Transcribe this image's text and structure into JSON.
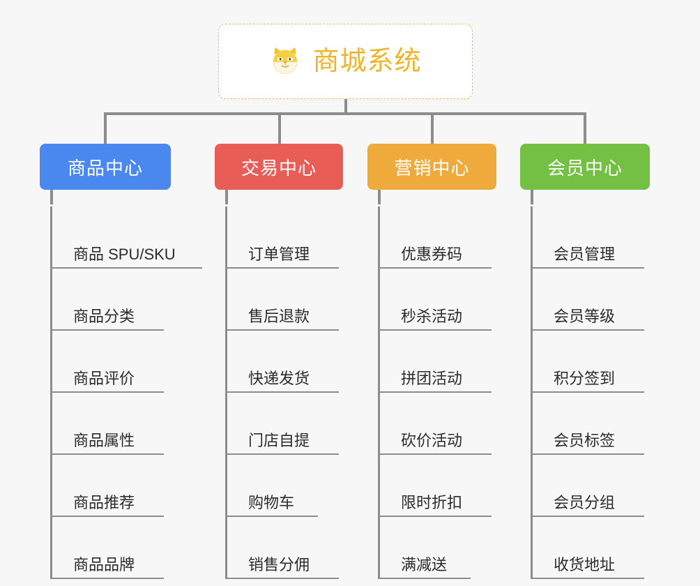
{
  "root": {
    "title": "商城系统",
    "icon": "shiba-dog-icon",
    "accent_color": "#f0b429",
    "border_color": "#f0c060",
    "background": "#ffffff"
  },
  "canvas": {
    "background": "#f7f7f7",
    "connector_color": "#8c8c8c"
  },
  "branches": [
    {
      "id": "product-center",
      "label": "商品中心",
      "color": "#4a88ef",
      "items": [
        {
          "label": "商品 SPU/SKU",
          "width": "wide"
        },
        {
          "label": "商品分类",
          "width": "normal"
        },
        {
          "label": "商品评价",
          "width": "normal"
        },
        {
          "label": "商品属性",
          "width": "normal"
        },
        {
          "label": "商品推荐",
          "width": "normal"
        },
        {
          "label": "商品品牌",
          "width": "normal"
        }
      ]
    },
    {
      "id": "trade-center",
      "label": "交易中心",
      "color": "#e95d57",
      "items": [
        {
          "label": "订单管理",
          "width": "normal"
        },
        {
          "label": "售后退款",
          "width": "normal"
        },
        {
          "label": "快递发货",
          "width": "normal"
        },
        {
          "label": "门店自提",
          "width": "normal"
        },
        {
          "label": "购物车",
          "width": "narrow"
        },
        {
          "label": "销售分佣",
          "width": "normal"
        }
      ]
    },
    {
      "id": "marketing-center",
      "label": "营销中心",
      "color": "#eeab3c",
      "items": [
        {
          "label": "优惠券码",
          "width": "normal"
        },
        {
          "label": "秒杀活动",
          "width": "normal"
        },
        {
          "label": "拼团活动",
          "width": "normal"
        },
        {
          "label": "砍价活动",
          "width": "normal"
        },
        {
          "label": "限时折扣",
          "width": "normal"
        },
        {
          "label": "满减送",
          "width": "narrow"
        }
      ]
    },
    {
      "id": "member-center",
      "label": "会员中心",
      "color": "#74c044",
      "items": [
        {
          "label": "会员管理",
          "width": "normal"
        },
        {
          "label": "会员等级",
          "width": "normal"
        },
        {
          "label": "积分签到",
          "width": "normal"
        },
        {
          "label": "会员标签",
          "width": "normal"
        },
        {
          "label": "会员分组",
          "width": "normal"
        },
        {
          "label": "收货地址",
          "width": "normal"
        }
      ]
    }
  ]
}
